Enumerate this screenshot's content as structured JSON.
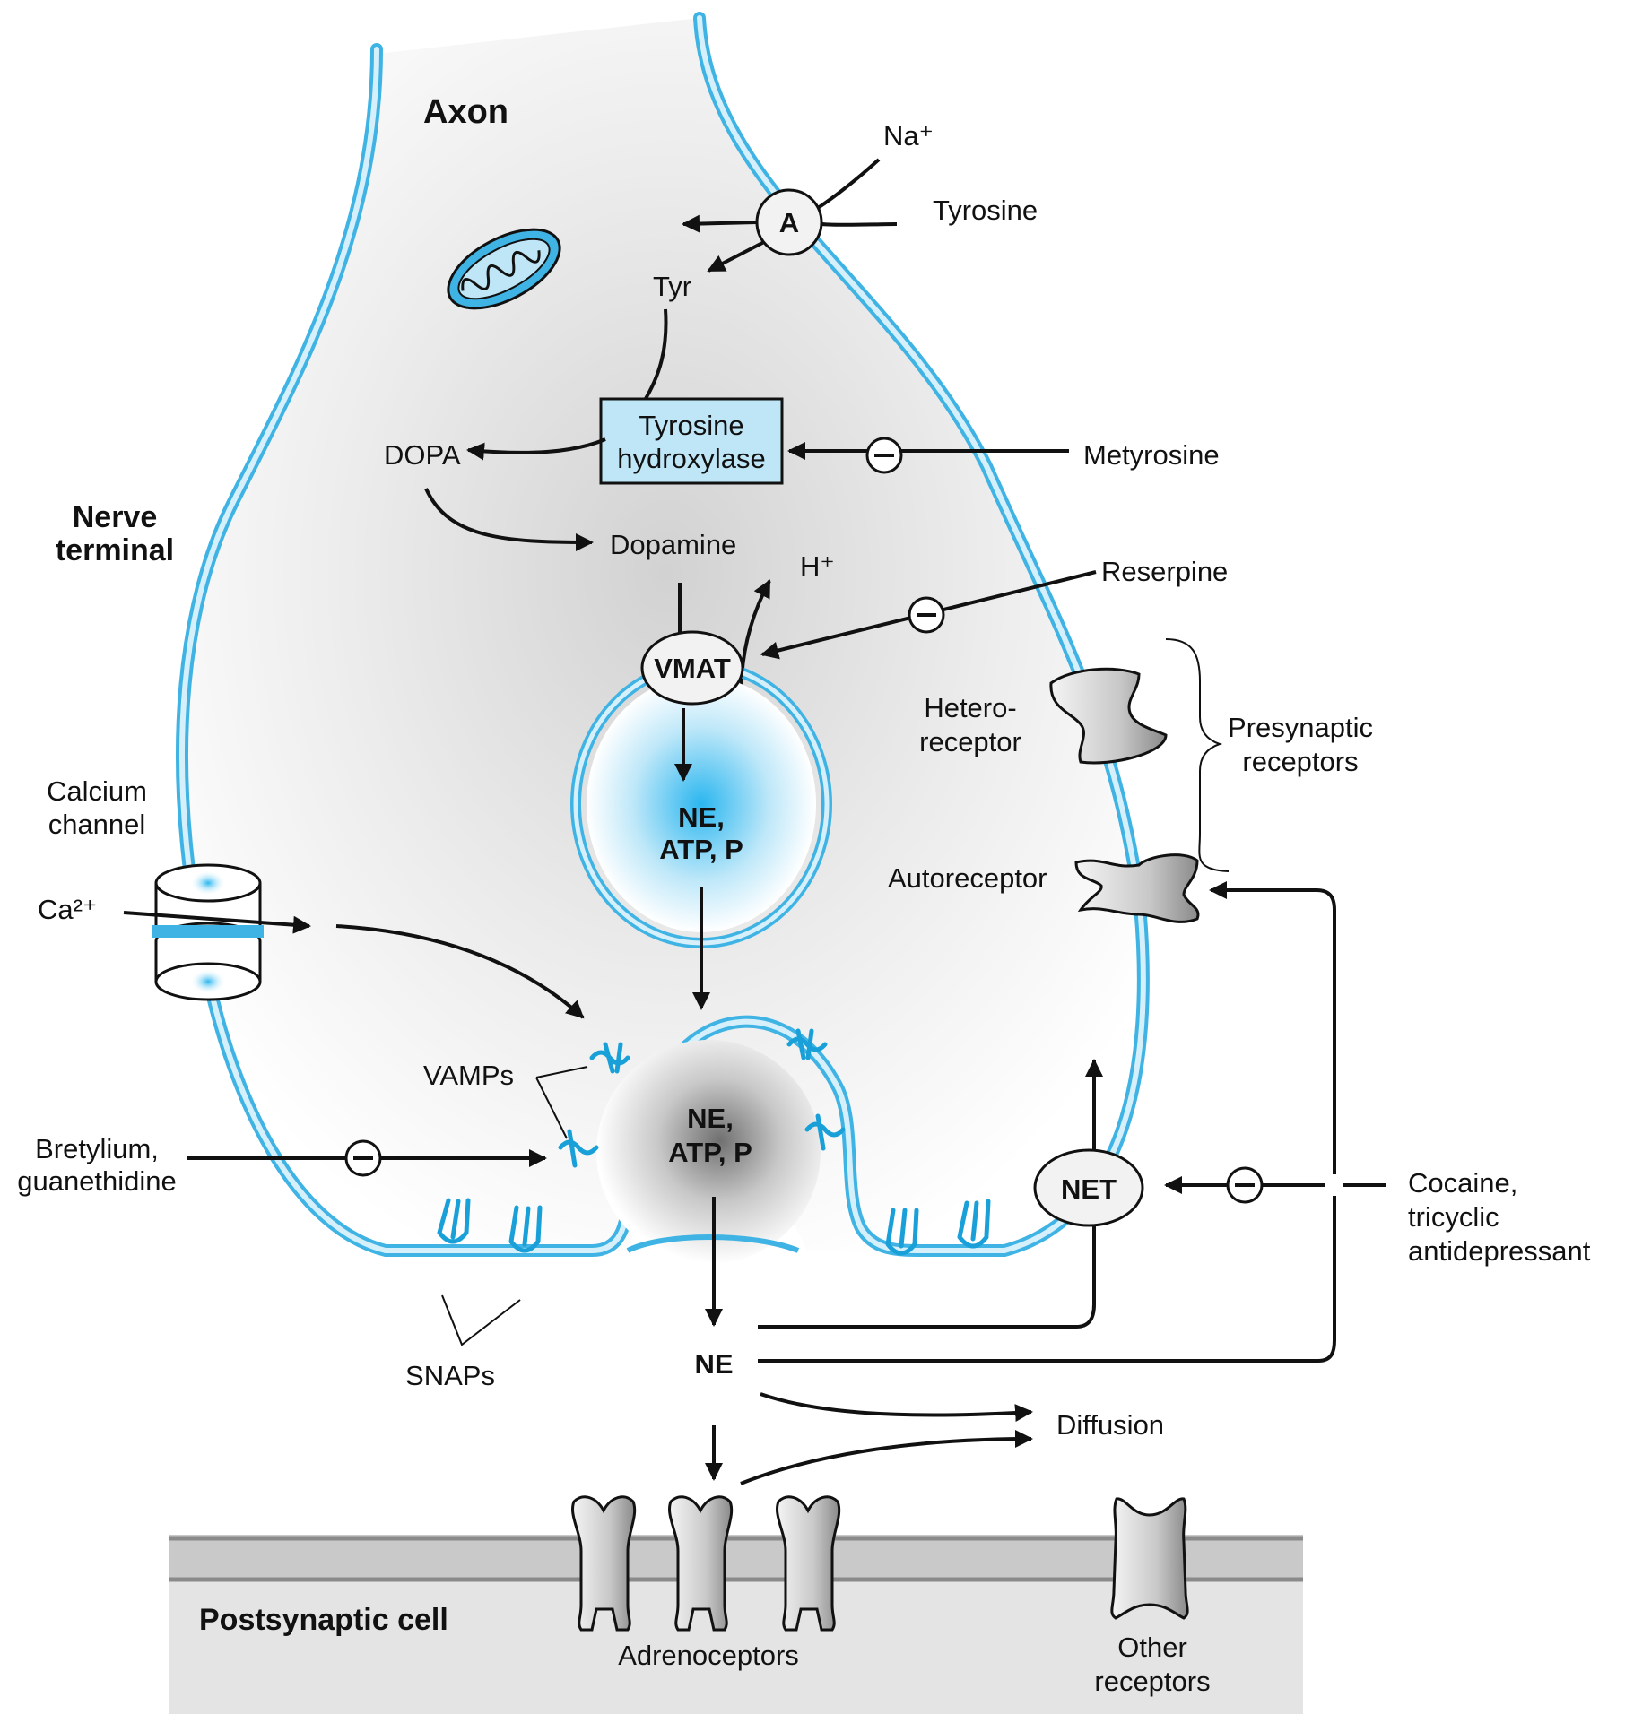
{
  "labels": {
    "axon": "Axon",
    "nerve_terminal_line1": "Nerve",
    "nerve_terminal_line2": "terminal",
    "na_plus": "Na⁺",
    "tyrosine": "Tyrosine",
    "transporter_a": "A",
    "tyr": "Tyr",
    "tyrosine_hydroxylase_line1": "Tyrosine",
    "tyrosine_hydroxylase_line2": "hydroxylase",
    "dopa": "DOPA",
    "metyrosine": "Metyrosine",
    "dopamine": "Dopamine",
    "h_plus": "H⁺",
    "reserpine": "Reserpine",
    "vmat": "VMAT",
    "vesicle_top_line1": "NE,",
    "vesicle_top_line2": "ATP, P",
    "heteroreceptor_line1": "Hetero-",
    "heteroreceptor_line2": "receptor",
    "presynaptic_line1": "Presynaptic",
    "presynaptic_line2": "receptors",
    "autoreceptor": "Autoreceptor",
    "calcium_channel_line1": "Calcium",
    "calcium_channel_line2": "channel",
    "ca2plus": "Ca²⁺",
    "vamps": "VAMPs",
    "bretylium_line1": "Bretylium,",
    "bretylium_line2": "guanethidine",
    "vesicle_fused_line1": "NE,",
    "vesicle_fused_line2": "ATP, P",
    "net": "NET",
    "cocaine_line1": "Cocaine,",
    "cocaine_line2": "tricyclic",
    "cocaine_line3": "antidepressant",
    "snaps": "SNAPs",
    "ne": "NE",
    "diffusion": "Diffusion",
    "postsynaptic_cell": "Postsynaptic cell",
    "adrenoceptors": "Adrenoceptors",
    "other_receptors_line1": "Other",
    "other_receptors_line2": "receptors",
    "inhibit_symbol": "−"
  },
  "colors": {
    "membrane": "#3fb3e3",
    "membrane_inner": "#bfe6f7",
    "box_fill": "#bfe6f7",
    "vesicle_core": "#2bb6ef",
    "cytoplasm_shade": "#d4d4d4",
    "postsynaptic_fill": "#dedede",
    "line": "#111111"
  }
}
